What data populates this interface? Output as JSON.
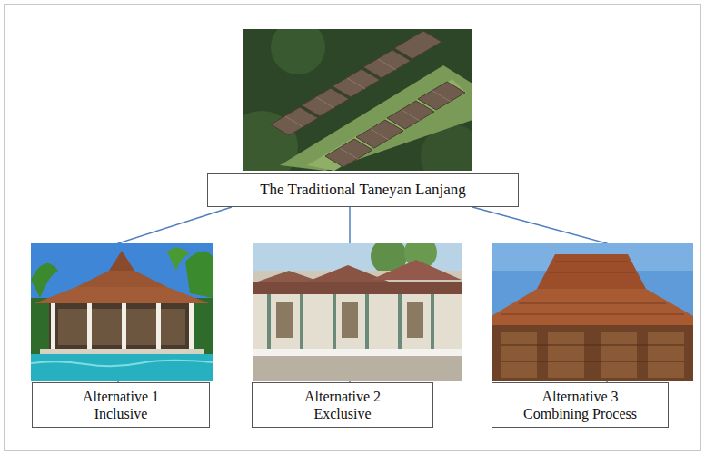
{
  "diagram": {
    "nodes": [
      {
        "text": [
          "The Traditional Taneyan Lanjang"
        ]
      },
      {
        "text": [
          "Alternative 1",
          "Inclusive"
        ]
      },
      {
        "text": [
          "Alternative 2",
          "Exclusive"
        ]
      },
      {
        "text": [
          "Alternative 3",
          "Combining Process"
        ]
      }
    ],
    "edges": [
      {
        "from": 0,
        "to": 1,
        "arrow": "none"
      },
      {
        "from": 0,
        "to": 2,
        "arrow": "none"
      },
      {
        "from": 0,
        "to": 3,
        "arrow": "none"
      }
    ]
  }
}
